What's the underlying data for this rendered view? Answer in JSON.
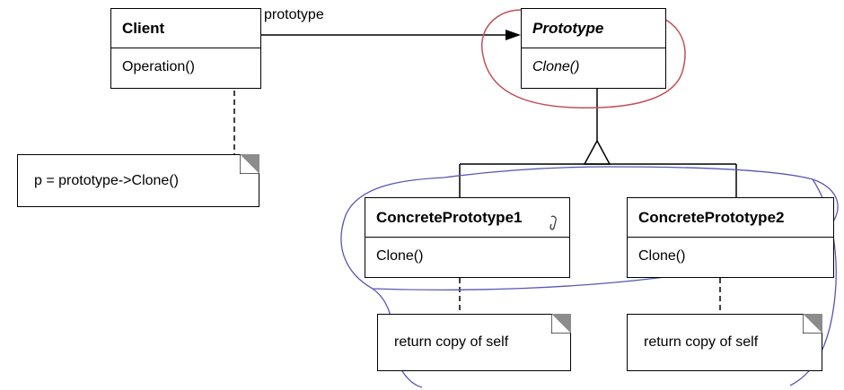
{
  "client": {
    "name": "Client",
    "operation": "Operation()"
  },
  "association": {
    "label": "prototype"
  },
  "prototype": {
    "name": "Prototype",
    "operation": "Clone()"
  },
  "concrete1": {
    "name": "ConcretePrototype1",
    "operation": "Clone()"
  },
  "concrete2": {
    "name": "ConcretePrototype2",
    "operation": "Clone()"
  },
  "notes": {
    "client": "p = prototype->Clone()",
    "concrete1": "return copy of self",
    "concrete2": "return copy of self"
  },
  "colors": {
    "line": "#000000",
    "red_annotation": "#c0505a",
    "blue_annotation": "#5a55b5",
    "note_fold": "#8c8c8c"
  }
}
